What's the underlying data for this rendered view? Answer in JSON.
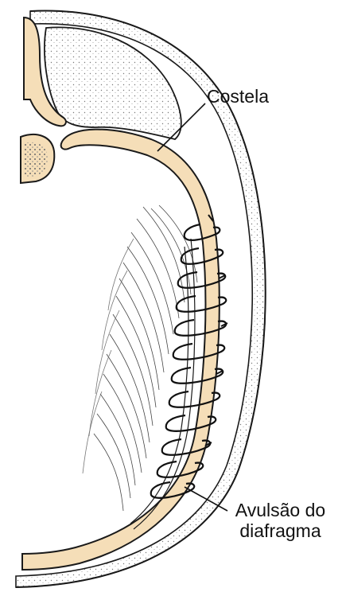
{
  "labels": {
    "costela": "Costela",
    "avulsao_line1": "Avulsão do",
    "avulsao_line2": "diafragma"
  },
  "colors": {
    "bone_fill": "#f5deb8",
    "outline": "#1a1a1a",
    "stipple": "#8a8a8a",
    "background": "#ffffff"
  }
}
